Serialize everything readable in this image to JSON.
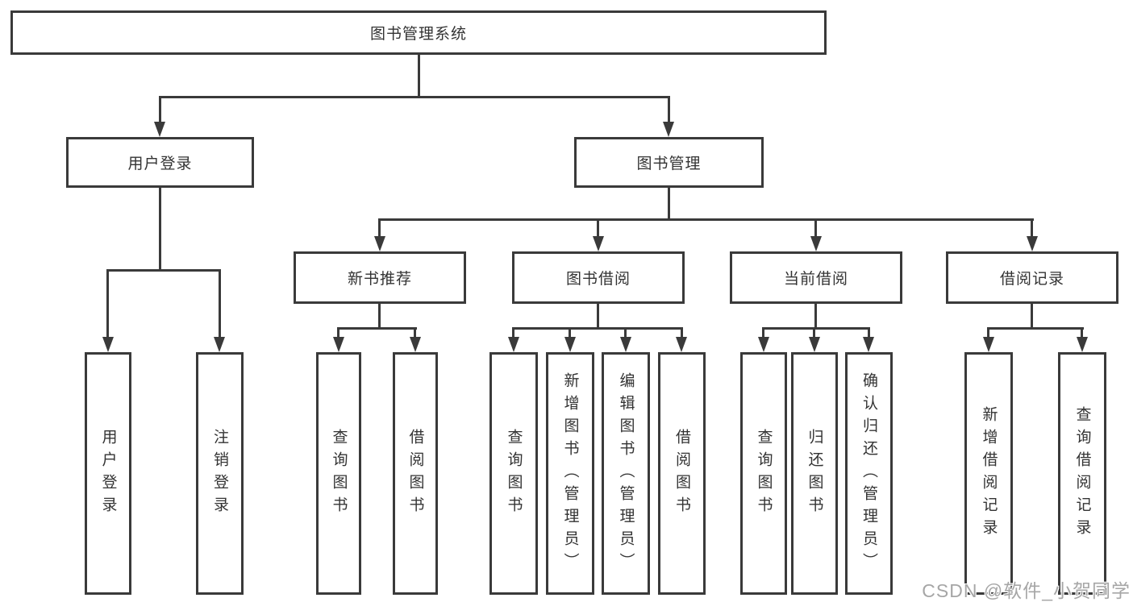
{
  "diagram": {
    "root": {
      "label": "图书管理系统"
    },
    "level2": [
      {
        "label": "用户登录"
      },
      {
        "label": "图书管理"
      }
    ],
    "level2_children": {
      "user_login": [
        "用户登录",
        "注销登录"
      ]
    },
    "level3": [
      {
        "label": "新书推荐",
        "children": [
          "查询图书",
          "借阅图书"
        ]
      },
      {
        "label": "图书借阅",
        "children": [
          "查询图书",
          "新增图书（管理员）",
          "编辑图书（管理员）",
          "借阅图书"
        ]
      },
      {
        "label": "当前借阅",
        "children": [
          "查询图书",
          "归还图书",
          "确认归还（管理员）"
        ]
      },
      {
        "label": "借阅记录",
        "children": [
          "新增借阅记录",
          "查询借阅记录"
        ]
      }
    ]
  },
  "watermark": {
    "text": "CSDN @软件_小贺同学"
  },
  "colors": {
    "line": "#3a3a3a",
    "text": "#333333",
    "watermark": "#a6a6a6",
    "background": "#ffffff"
  }
}
